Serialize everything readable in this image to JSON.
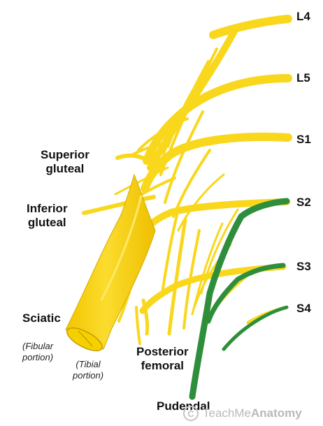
{
  "roots": {
    "l4": "L4",
    "l5": "L5",
    "s1": "S1",
    "s2": "S2",
    "s3": "S3",
    "s4": "S4"
  },
  "labels": {
    "superior_gluteal": "Superior\ngluteal",
    "inferior_gluteal": "Inferior\ngluteal",
    "sciatic": "Sciatic",
    "fibular_portion": "(Fibular\nportion)",
    "tibial_portion": "(Tibial\nportion)",
    "posterior_femoral": "Posterior\nfemoral",
    "pudendal": "Pudendal"
  },
  "watermark": {
    "icon": "copyright-icon",
    "text_plain": "Teach",
    "text_accent": "Me",
    "text_bold": "Anatomy"
  },
  "colors": {
    "nerve_fill": "#f9d71c",
    "nerve_outline": "#d0a600",
    "pudendal_green": "#2f8e3c",
    "text": "#111111"
  }
}
